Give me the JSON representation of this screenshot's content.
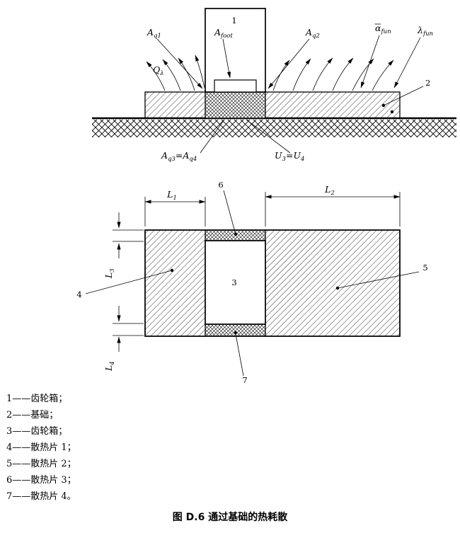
{
  "colors": {
    "ink": "#000000",
    "background": "#ffffff"
  },
  "figure": {
    "caption": "图 D.6  通过基础的热耗散"
  },
  "side_view": {
    "gearbox_number": "1",
    "foundation_number": "2",
    "labels": {
      "aq1": {
        "base": "A",
        "sub": "q1"
      },
      "afoot": {
        "base": "A",
        "sub": "foot"
      },
      "aq2": {
        "base": "A",
        "sub": "q2"
      },
      "alpha_fun": {
        "base": "α",
        "sub": "fun"
      },
      "lambda_fun": {
        "base": "λ",
        "sub": "fun"
      },
      "q_lambda": {
        "base": "Q",
        "sub": "λ"
      },
      "aq3_aq4": {
        "base1": "A",
        "sub1": "q3",
        "equals": "=",
        "base2": "A",
        "sub2": "q4"
      },
      "u3_u4": {
        "base1": "U",
        "sub1": "3",
        "equals": "=",
        "base2": "U",
        "sub2": "4"
      }
    }
  },
  "plan_view": {
    "gearbox_number": "3",
    "fin1_number": "4",
    "fin2_number": "5",
    "fin3_number": "6",
    "fin4_number": "7",
    "dims": {
      "l1": {
        "base": "L",
        "sub": "1"
      },
      "l2": {
        "base": "L",
        "sub": "2"
      },
      "l3": {
        "base": "L",
        "sub": "3"
      },
      "l4": {
        "base": "L",
        "sub": "4"
      }
    }
  },
  "legend": {
    "items": [
      "1——齿轮箱；",
      "2——基础；",
      "3——齿轮箱；",
      "4——散热片 1；",
      "5——散热片 2；",
      "6——散热片 3；",
      "7——散热片 4。"
    ]
  }
}
